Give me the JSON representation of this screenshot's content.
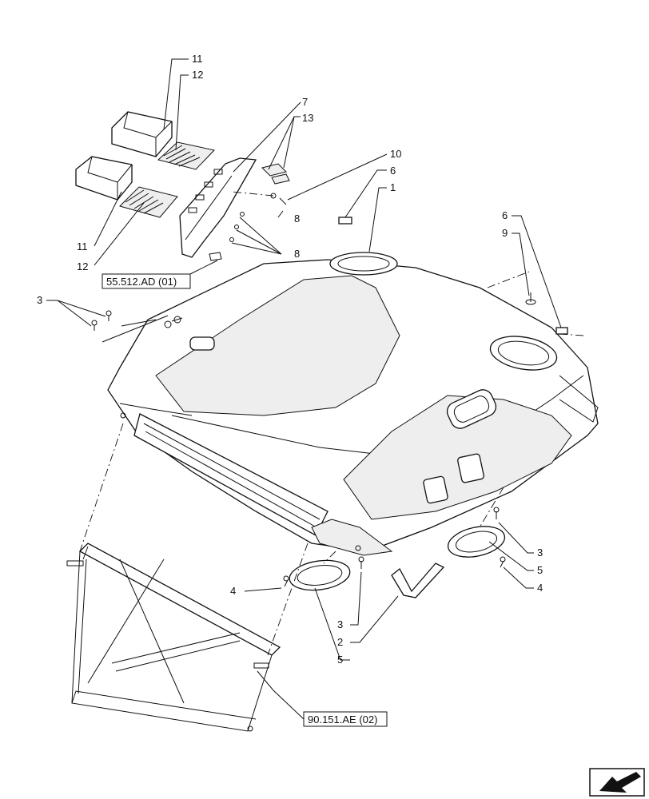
{
  "callouts": {
    "c11a": "11",
    "c12a": "12",
    "c7": "7",
    "c13": "13",
    "c10": "10",
    "c6a": "6",
    "c1": "1",
    "c8a": "8",
    "c8b": "8",
    "c11b": "11",
    "c12b": "12",
    "c6b": "6",
    "c9": "9",
    "c3a": "3",
    "c3b": "3",
    "c5a": "5",
    "c4a": "4",
    "c4b": "4",
    "c3c": "3",
    "c2": "2",
    "c5b": "5"
  },
  "references": {
    "ref_ad": "55.512.AD (01)",
    "ref_ae": "90.151.AE (02)"
  },
  "icons": {
    "nav": "arrow-navigation-icon"
  }
}
